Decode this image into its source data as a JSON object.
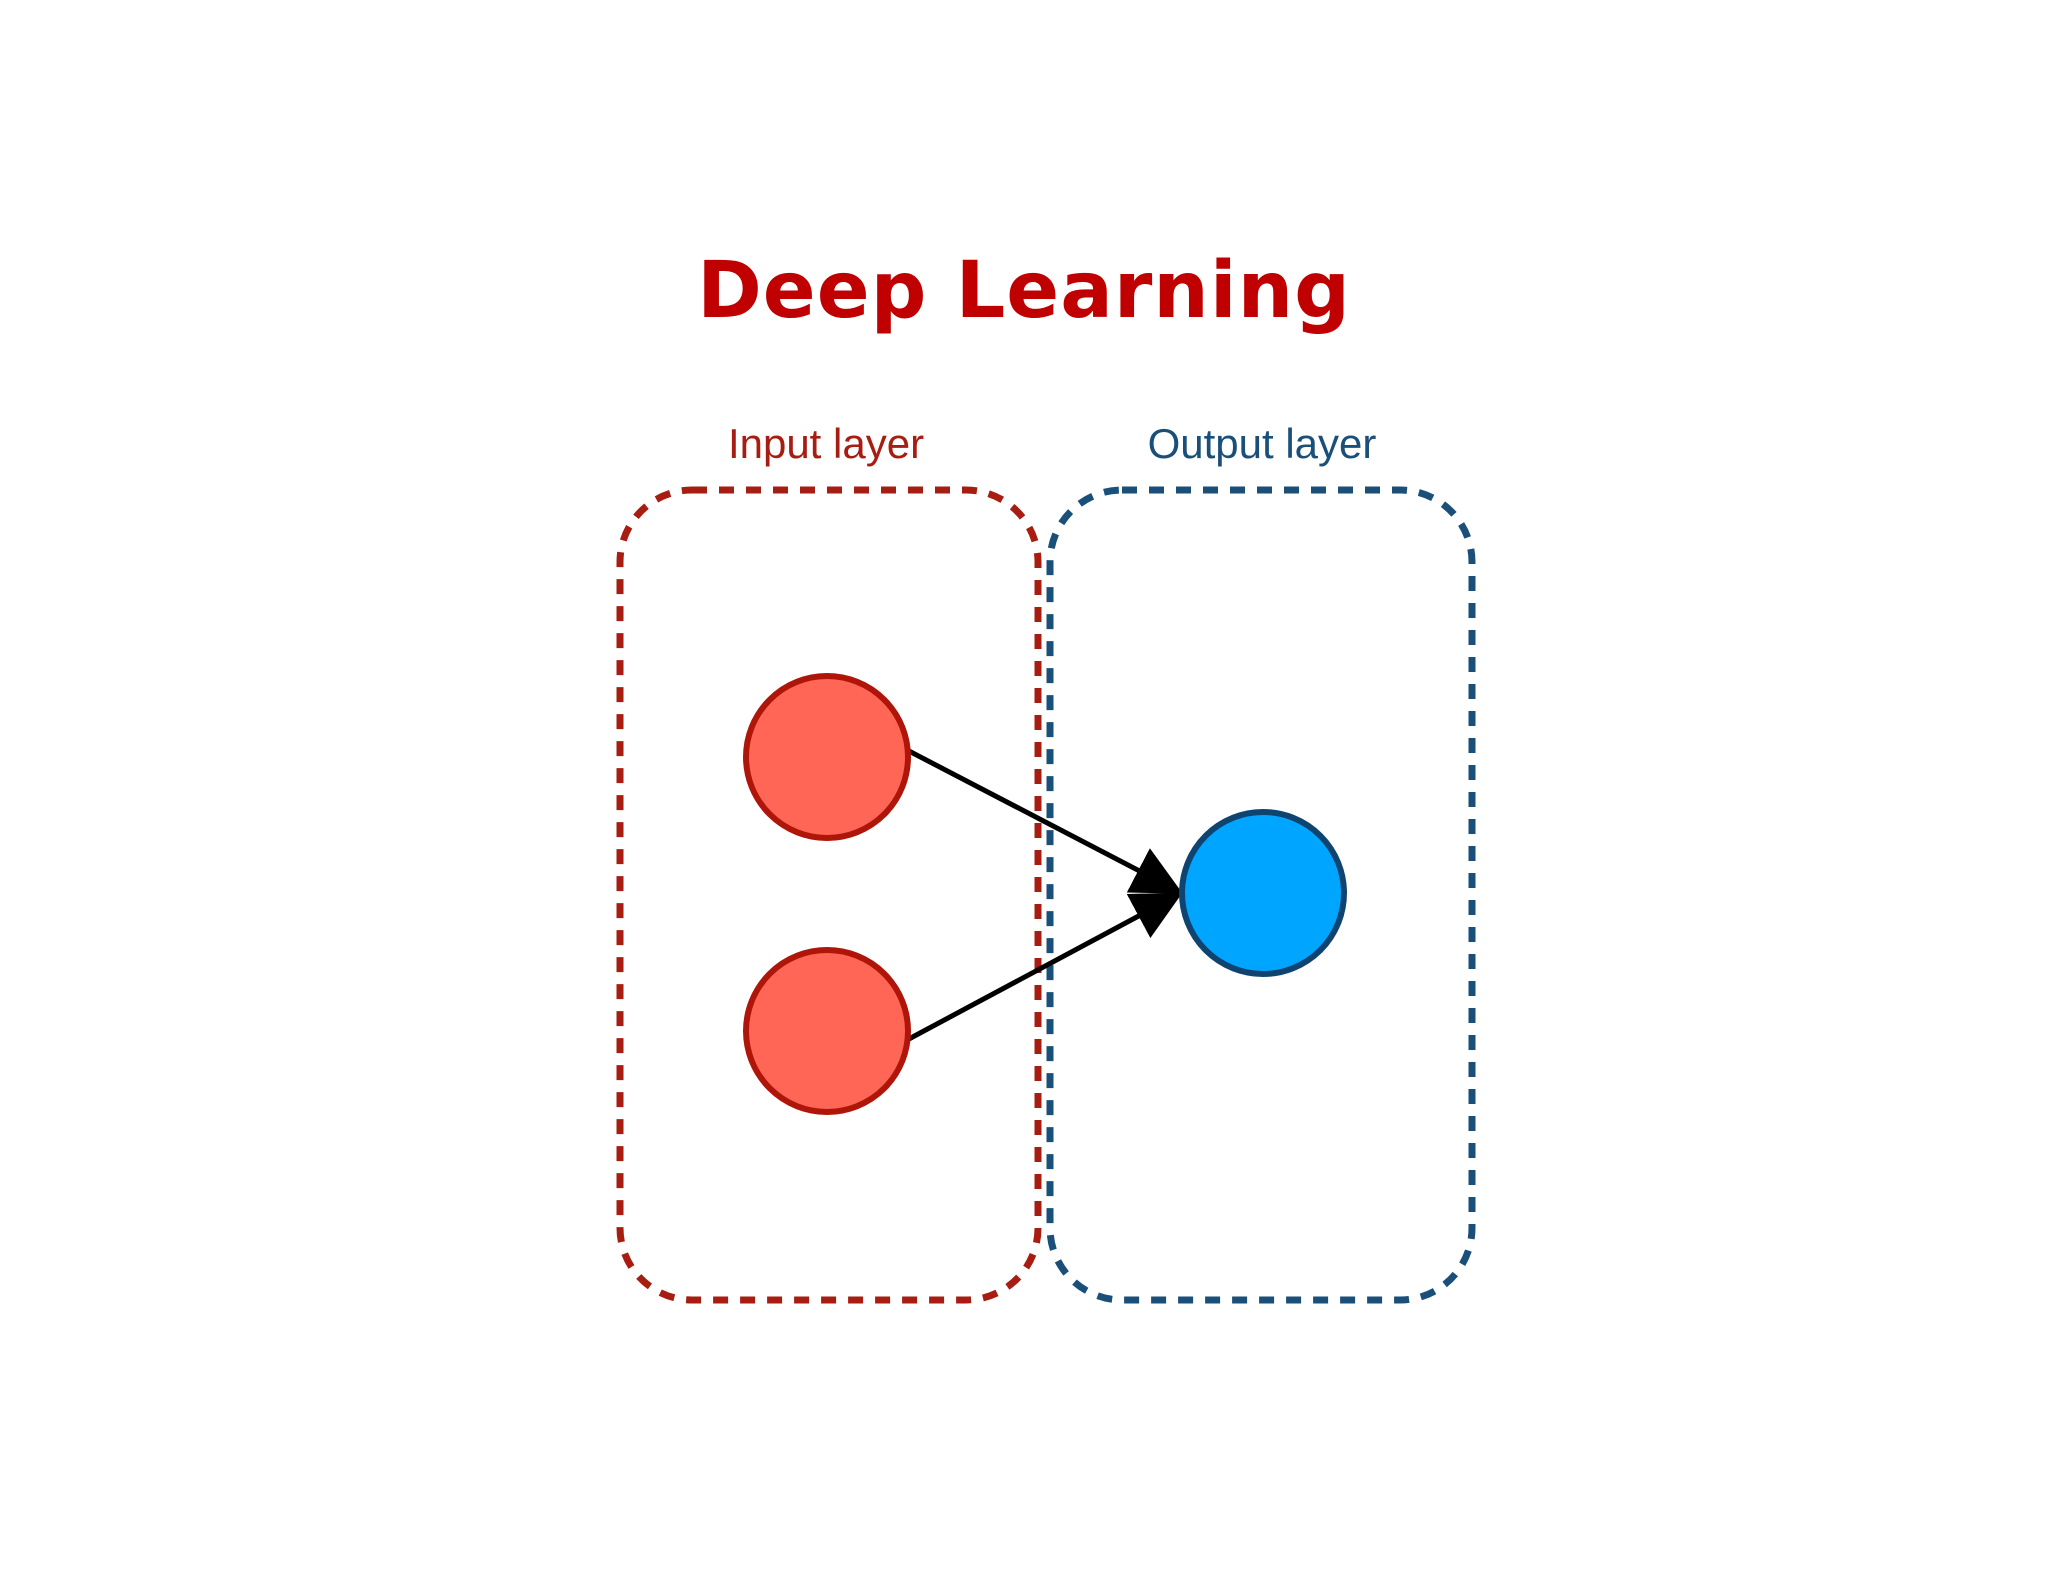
{
  "title": "Deep Learning",
  "layers": {
    "input": {
      "label": "Input layer",
      "node_count": 2
    },
    "output": {
      "label": "Output layer",
      "node_count": 1
    }
  },
  "connections": [
    {
      "from": "input-node-1",
      "to": "output-node-1"
    },
    {
      "from": "input-node-2",
      "to": "output-node-1"
    }
  ],
  "colors": {
    "title": "#c00000",
    "input_border": "#a81d12",
    "input_label": "#a81d12",
    "input_node_fill": "#ff6655",
    "input_node_stroke": "#b0150a",
    "output_border": "#1a4f7a",
    "output_label": "#1a4f7a",
    "output_node_fill": "#00a5ff",
    "output_node_stroke": "#0f4470",
    "arrow": "#000000"
  }
}
